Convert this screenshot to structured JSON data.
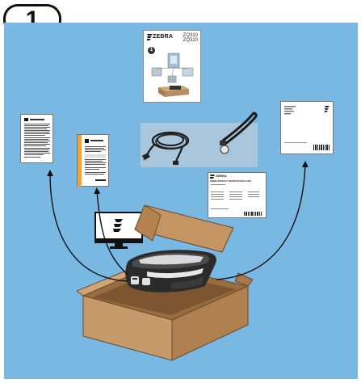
{
  "step": {
    "number": "1"
  },
  "guide": {
    "brand": "ZEBRA",
    "models": [
      "ZQ310",
      "ZQ320"
    ],
    "page_number": "1"
  },
  "registration_card": {
    "brand": "ZEBRA",
    "title": "ZEBRA PRODUCT REGISTRATION CARD"
  },
  "colors": {
    "background": "#79b8e2",
    "box": "#c69a6a",
    "printer_body": "#2b2b2b",
    "arrows": "#111111"
  },
  "icons": [
    "zebra-logo-icon",
    "monitor-icon",
    "usb-cable-icon",
    "lanyard-icon",
    "printer-icon",
    "shipping-box-icon",
    "arrow-icon"
  ]
}
